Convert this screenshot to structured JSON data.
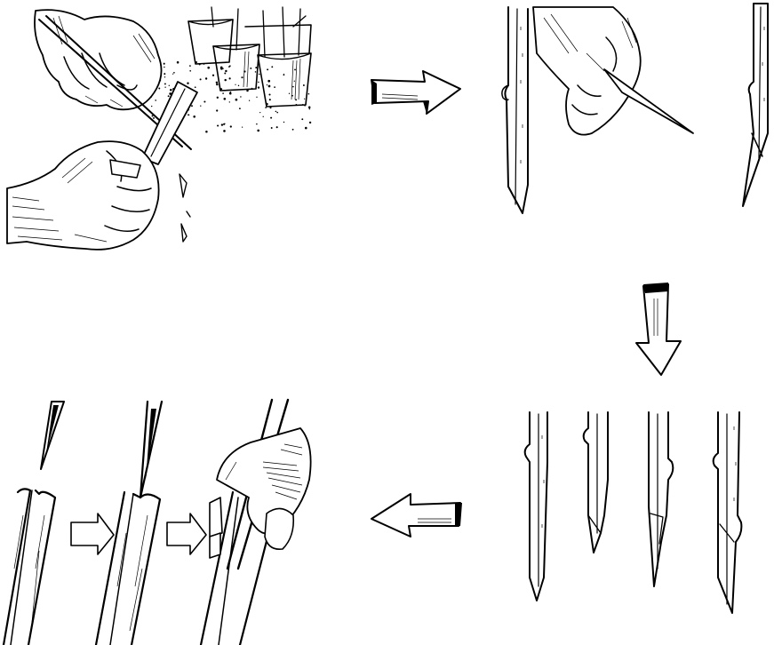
{
  "figure": {
    "background": "#ffffff",
    "ink_color": "#000000",
    "panels": [
      {
        "id": "hands-cutting-scion",
        "icon": "hands-knife-illustration"
      },
      {
        "id": "shaping-wedge",
        "icon": "knife-wedge-illustration"
      },
      {
        "id": "cut-scion-variants",
        "icon": "four-scions-illustration",
        "count": 4
      },
      {
        "id": "cleft-graft-sequence",
        "icon": "insert-scion-illustration",
        "steps": 3
      }
    ],
    "arrows": [
      {
        "id": "arrow-right",
        "direction": "right"
      },
      {
        "id": "arrow-down",
        "direction": "down"
      },
      {
        "id": "arrow-left",
        "direction": "left"
      },
      {
        "id": "step-arrow-1",
        "direction": "right"
      },
      {
        "id": "step-arrow-2",
        "direction": "right"
      }
    ]
  }
}
